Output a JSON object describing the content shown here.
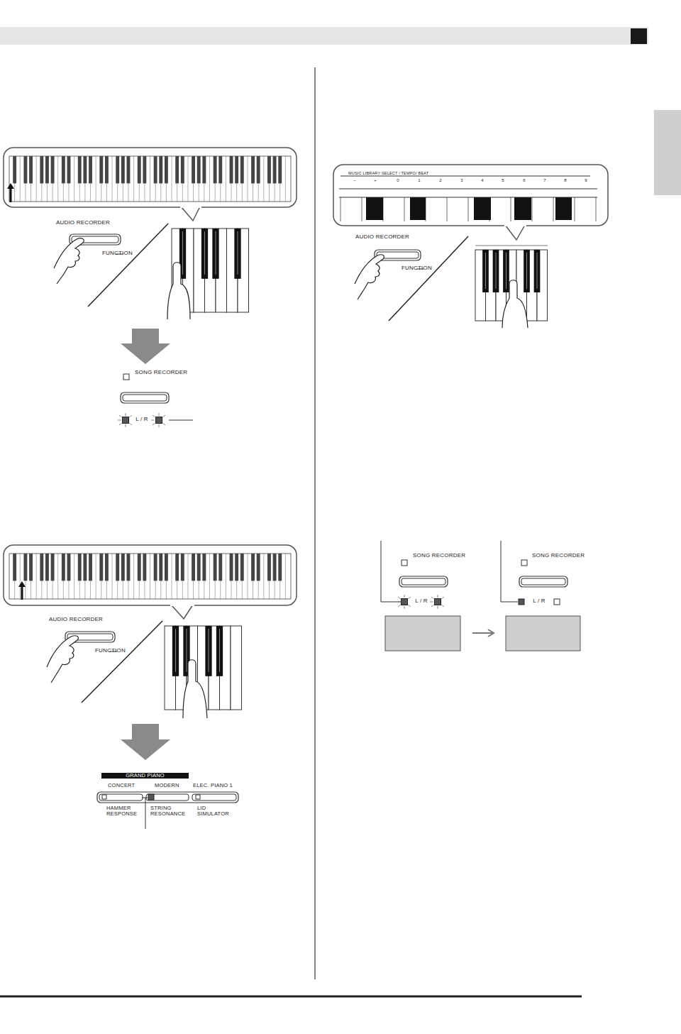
{
  "diagram": {
    "labels": [
      "AUDIO RECORDER",
      "FUNCTION",
      "SONG RECORDER",
      "L / R",
      "MUSIC LIBRARY SELECT / TEMPO/ BEAT",
      "−",
      "+",
      "0",
      "1",
      "2",
      "3",
      "4",
      "5",
      "6",
      "7",
      "8",
      "9",
      "AUDIO RECORDER",
      "FUNCTION",
      "SONG RECORDER",
      "L / R",
      "SONG RECORDER",
      "L / R",
      "AUDIO RECORDER",
      "FUNCTION",
      "GRAND PIANO",
      "CONCERT",
      "MODERN",
      "ELEC. PIANO 1",
      "HAMMER RESPONSE",
      "STRING RESONANCE",
      "LID SIMULATOR"
    ]
  }
}
